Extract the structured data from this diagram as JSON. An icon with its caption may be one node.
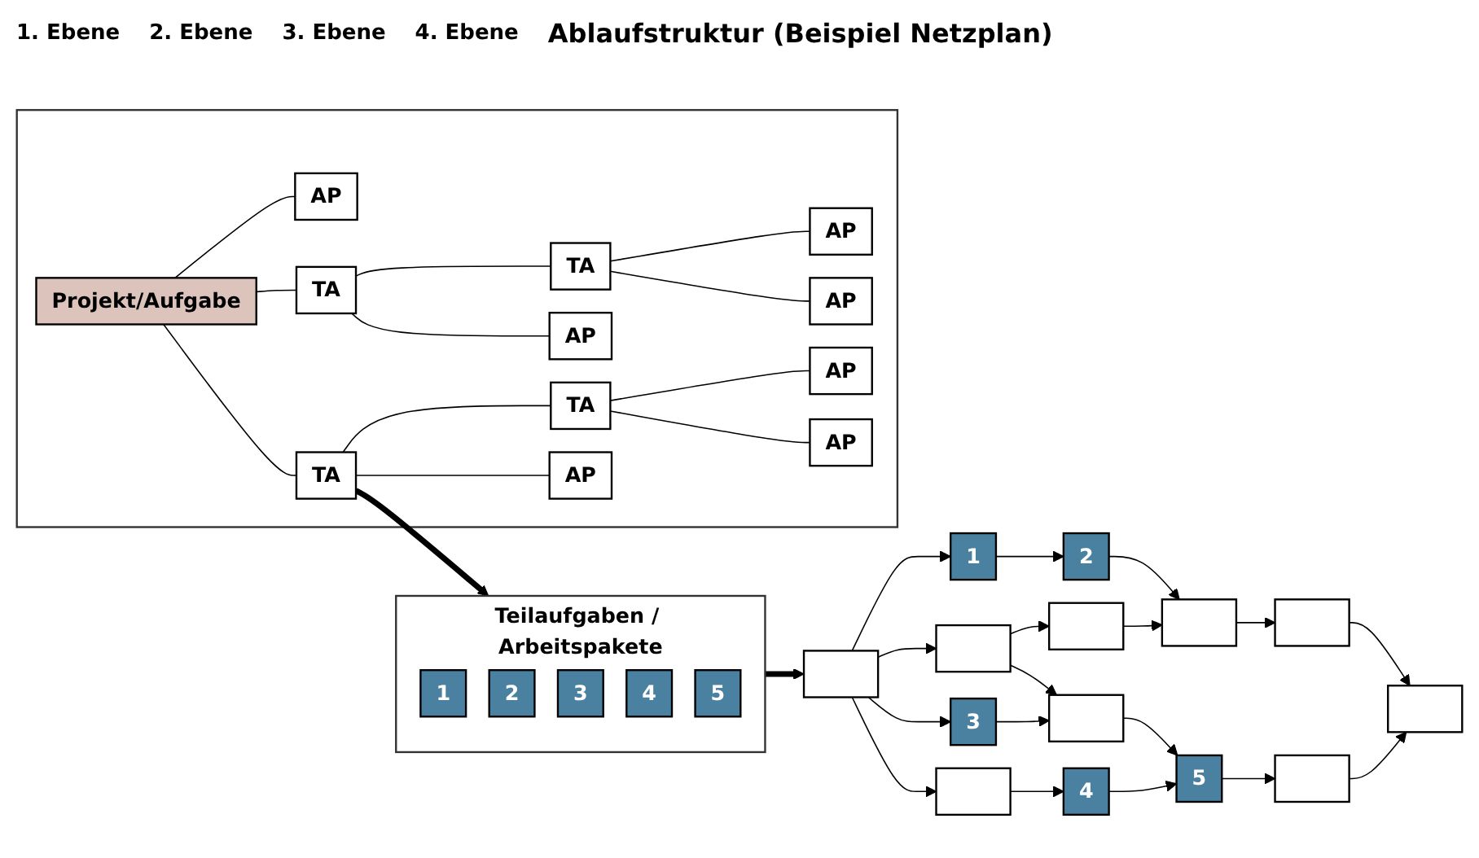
{
  "diagram": {
    "nodes": [
      {
        "text": [],
        "shape": "box"
      },
      {
        "text": [
          "Projekt/Aufgabe"
        ],
        "in": 0
      },
      {
        "text": [
          "AP"
        ],
        "in": 0
      },
      {
        "text": [
          "TA"
        ],
        "in": 0
      },
      {
        "text": [
          "TA"
        ],
        "in": 0
      },
      {
        "text": [
          "TA"
        ],
        "in": 0
      },
      {
        "text": [
          "AP"
        ],
        "in": 0
      },
      {
        "text": [
          "TA"
        ],
        "in": 0
      },
      {
        "text": [
          "AP"
        ],
        "in": 0
      },
      {
        "text": [
          "AP"
        ],
        "in": 0
      },
      {
        "text": [
          "AP"
        ],
        "in": 0
      },
      {
        "text": [
          "AP"
        ],
        "in": 0
      },
      {
        "text": [
          "AP"
        ],
        "in": 0
      },
      {
        "text": [
          "Teilaufgaben / Arbeitspakete"
        ]
      },
      {
        "text": [
          "1"
        ],
        "in": 13
      },
      {
        "text": [
          "2"
        ],
        "in": 13
      },
      {
        "text": [
          "3"
        ],
        "in": 13
      },
      {
        "text": [
          "4"
        ],
        "in": 13
      },
      {
        "text": [
          "5"
        ],
        "in": 13
      },
      {
        "text": [],
        "shape": "box"
      },
      {
        "text": [
          "1"
        ]
      },
      {
        "text": [],
        "shape": "box"
      },
      {
        "text": [
          "3"
        ]
      },
      {
        "text": [],
        "shape": "box"
      },
      {
        "text": [
          "2"
        ]
      },
      {
        "text": [],
        "shape": "box"
      },
      {
        "text": [],
        "shape": "box"
      },
      {
        "text": [
          "4"
        ]
      },
      {
        "text": [],
        "shape": "box"
      },
      {
        "text": [
          "5"
        ]
      },
      {
        "text": [],
        "shape": "box"
      },
      {
        "text": [],
        "shape": "box"
      },
      {
        "text": [],
        "shape": "box"
      }
    ],
    "edges": [
      {
        "from": 1,
        "to": 2,
        "arrow": "none"
      },
      {
        "from": 1,
        "to": 3,
        "arrow": "none"
      },
      {
        "from": 1,
        "to": 4,
        "arrow": "none"
      },
      {
        "from": 3,
        "to": 5,
        "arrow": "none"
      },
      {
        "from": 3,
        "to": 6,
        "arrow": "none"
      },
      {
        "from": 4,
        "to": 7,
        "arrow": "none"
      },
      {
        "from": 4,
        "to": 8,
        "arrow": "none"
      },
      {
        "from": 5,
        "to": 9,
        "arrow": "none"
      },
      {
        "from": 5,
        "to": 10,
        "arrow": "none"
      },
      {
        "from": 7,
        "to": 11,
        "arrow": "none"
      },
      {
        "from": 7,
        "to": 12,
        "arrow": "none"
      },
      {
        "from": 4,
        "to": 13,
        "arrow": "to",
        "style": "thick"
      },
      {
        "from": 13,
        "to": 19,
        "arrow": "to",
        "style": "thick"
      },
      {
        "from": 19,
        "to": 20,
        "arrow": "to"
      },
      {
        "from": 19,
        "to": 21,
        "arrow": "to"
      },
      {
        "from": 19,
        "to": 22,
        "arrow": "to"
      },
      {
        "from": 19,
        "to": 23,
        "arrow": "to"
      },
      {
        "from": 20,
        "to": 24,
        "arrow": "to"
      },
      {
        "from": 21,
        "to": 25,
        "arrow": "to"
      },
      {
        "from": 21,
        "to": 26,
        "arrow": "to"
      },
      {
        "from": 22,
        "to": 26,
        "arrow": "to"
      },
      {
        "from": 23,
        "to": 27,
        "arrow": "to"
      },
      {
        "from": 24,
        "to": 28,
        "arrow": "to"
      },
      {
        "from": 25,
        "to": 28,
        "arrow": "to"
      },
      {
        "from": 26,
        "to": 29,
        "arrow": "to"
      },
      {
        "from": 27,
        "to": 29,
        "arrow": "to"
      },
      {
        "from": 28,
        "to": 30,
        "arrow": "to"
      },
      {
        "from": 29,
        "to": 31,
        "arrow": "to"
      },
      {
        "from": 30,
        "to": 32,
        "arrow": "to"
      },
      {
        "from": 31,
        "to": 32,
        "arrow": "to"
      }
    ],
    "labels": [
      "1. Ebene",
      "2. Ebene",
      "3. Ebene",
      "4. Ebene",
      "Ablaufstruktur (Beispiel Netzplan)"
    ]
  }
}
